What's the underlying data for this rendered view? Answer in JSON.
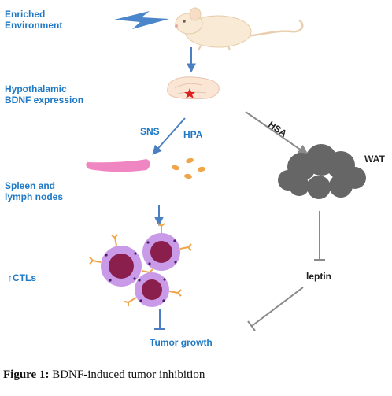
{
  "labels": {
    "enriched_line1": "Enriched",
    "enriched_line2": "Environment",
    "hypothalamic_line1": "Hypothalamic",
    "hypothalamic_line2": "BDNF expression",
    "sns": "SNS",
    "hpa": "HPA",
    "hsa": "HSA",
    "wat": "WAT",
    "spleen_line1": "Spleen and",
    "spleen_line2": "lymph nodes",
    "ctls": "↑CTLs",
    "leptin": "leptin",
    "tumor_growth": "Tumor growth"
  },
  "caption": {
    "prefix": "Figure 1:",
    "text": " BDNF-induced tumor inhibition"
  },
  "colors": {
    "label_blue": "#1f79c4",
    "arrow_blue": "#4a7fc1",
    "gray_line": "#8a8a8a",
    "cloud": "#666666",
    "spleen": "#ef86c2",
    "lymph": "#f0a54a",
    "cell_membrane": "#c99ae8",
    "cell_nucleus": "#8a1f4e",
    "receptor": "#f0a54a",
    "mouse_fill": "#f9ead6",
    "brain_star": "#e02020"
  },
  "icons": [
    "lightning-icon",
    "mouse-icon",
    "brain-icon",
    "star-icon",
    "cloud-icon",
    "lymph-node-icon",
    "t-cell-icon"
  ]
}
